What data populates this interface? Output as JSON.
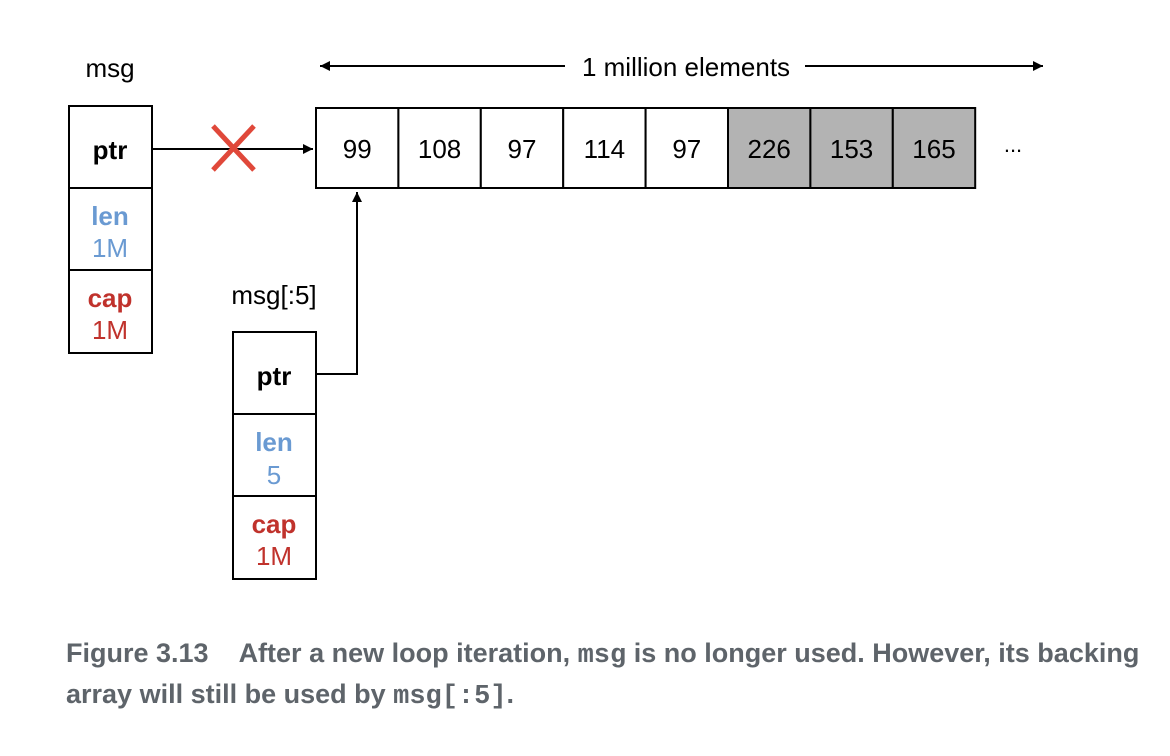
{
  "diagram": {
    "labels": {
      "msg": "msg",
      "msg_slice": "msg[:5]",
      "span": "1 million elements",
      "ellipsis": "..."
    },
    "msg_header": {
      "ptr": "ptr",
      "len_label": "len",
      "len_value": "1M",
      "cap_label": "cap",
      "cap_value": "1M"
    },
    "slice_header": {
      "ptr": "ptr",
      "len_label": "len",
      "len_value": "5",
      "cap_label": "cap",
      "cap_value": "1M"
    },
    "array": {
      "cells": [
        {
          "value": "99",
          "shaded": false
        },
        {
          "value": "108",
          "shaded": false
        },
        {
          "value": "97",
          "shaded": false
        },
        {
          "value": "114",
          "shaded": false
        },
        {
          "value": "97",
          "shaded": false
        },
        {
          "value": "226",
          "shaded": true
        },
        {
          "value": "153",
          "shaded": true
        },
        {
          "value": "165",
          "shaded": true
        }
      ]
    },
    "colors": {
      "len": "#6a9ad2",
      "cap": "#c0322c",
      "cross": "#e0483a",
      "shaded_cell": "#b3b3b3",
      "caption": "#5e646a"
    }
  },
  "caption": {
    "figure_label": "Figure 3.13",
    "part1": "After a new loop iteration, ",
    "code1": "msg",
    "part2": " is no longer used. However, its backing array will still be used by ",
    "code2": "msg[:5]",
    "part3": "."
  }
}
